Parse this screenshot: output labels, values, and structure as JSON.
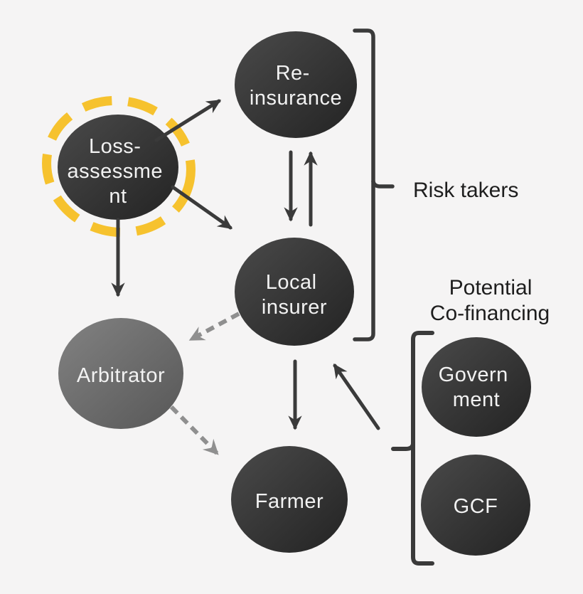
{
  "nodes": {
    "loss_assessment": {
      "label": "Loss-assessment",
      "line1": "Loss-",
      "line2": "assessme",
      "line3": "nt"
    },
    "re_insurance": {
      "label": "Re-insurance",
      "line1": "Re-",
      "line2": "insurance"
    },
    "local_insurer": {
      "label": "Local insurer",
      "line1": "Local",
      "line2": "insurer"
    },
    "arbitrator": {
      "label": "Arbitrator",
      "line1": "Arbitrator"
    },
    "farmer": {
      "label": "Farmer",
      "line1": "Farmer"
    },
    "government": {
      "label": "Government",
      "line1": "Govern",
      "line2": "ment"
    },
    "gcf": {
      "label": "GCF",
      "line1": "GCF"
    }
  },
  "labels": {
    "risk_takers": "Risk takers",
    "co_financing_line1": "Potential",
    "co_financing_line2": "Co-financing"
  },
  "colors": {
    "background": "#f5f4f4",
    "node_dark_start": "#4a4a4a",
    "node_dark_end": "#232323",
    "node_gray_start": "#828282",
    "node_gray_end": "#575757",
    "highlight_ring": "#f6c22e",
    "arrow_solid": "#3a3a3a",
    "arrow_dashed": "#8f8f8f",
    "bracket": "#3a3a3a",
    "text_light": "#f2f2f2",
    "text_dark": "#1e1e1e"
  }
}
